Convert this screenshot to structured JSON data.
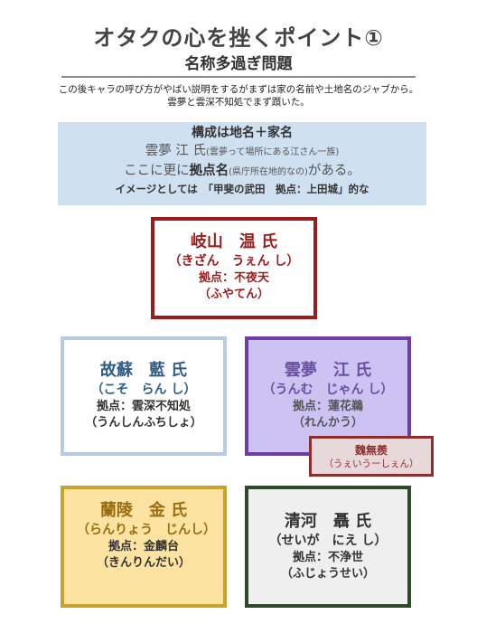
{
  "header": {
    "title": "オタクの心を挫くポイント①",
    "subtitle": "名称多過ぎ問題"
  },
  "intro": {
    "line1": "この後キャラの呼び方がやばい説明をするがまずは家の名前や土地名のジャブから。",
    "line2": "雲夢と雲深不知処でまず躓いた。"
  },
  "info": {
    "heading": "構成は地名＋家名",
    "line2_main": "雲夢 江 氏",
    "line2_note": "(雲夢って場所にある江さん一族)",
    "line3_a": "ここに更に",
    "line3_bold": "拠点名",
    "line3_note": "(県庁所在地的なの)",
    "line3_b": "がある。",
    "line4": "イメージとしては　「甲斐の武田　拠点：上田城」的な"
  },
  "clans": [
    {
      "name": "岐山　温 氏",
      "reading": "（きざん　うぇん し）",
      "base": "拠点：不夜天",
      "base_reading": "（ふやてん）"
    },
    {
      "name": "故蘇　藍 氏",
      "reading": "（こそ　らん し）",
      "base": "拠点：雲深不知処",
      "base_reading": "（うんしんふちしょ）"
    },
    {
      "name": "雲夢　江 氏",
      "reading": "（うんむ　じゃん し）",
      "base": "拠点：蓮花鵜",
      "base_reading": "（れんかう）"
    },
    {
      "name": "蘭陵　金 氏",
      "reading": "（らんりょう　じんし）",
      "base": "拠点：金麟台",
      "base_reading": "（きんりんだい）"
    },
    {
      "name": "清河　聶 氏",
      "reading": "（せいが　にえ し）",
      "base": "拠点：不浄世",
      "base_reading": "（ふじょうせい）"
    }
  ],
  "tag": {
    "name": "魏無羨",
    "reading": "（うぇいうーしぇん）"
  },
  "colors": {
    "qishan": "#9c1c1c",
    "gusu": "#b6cbe2",
    "yunmeng": "#6f3ea5",
    "lanling": "#c9a22a",
    "qinghe": "#2e4a2a",
    "info_bg": "#cfe0f1"
  }
}
